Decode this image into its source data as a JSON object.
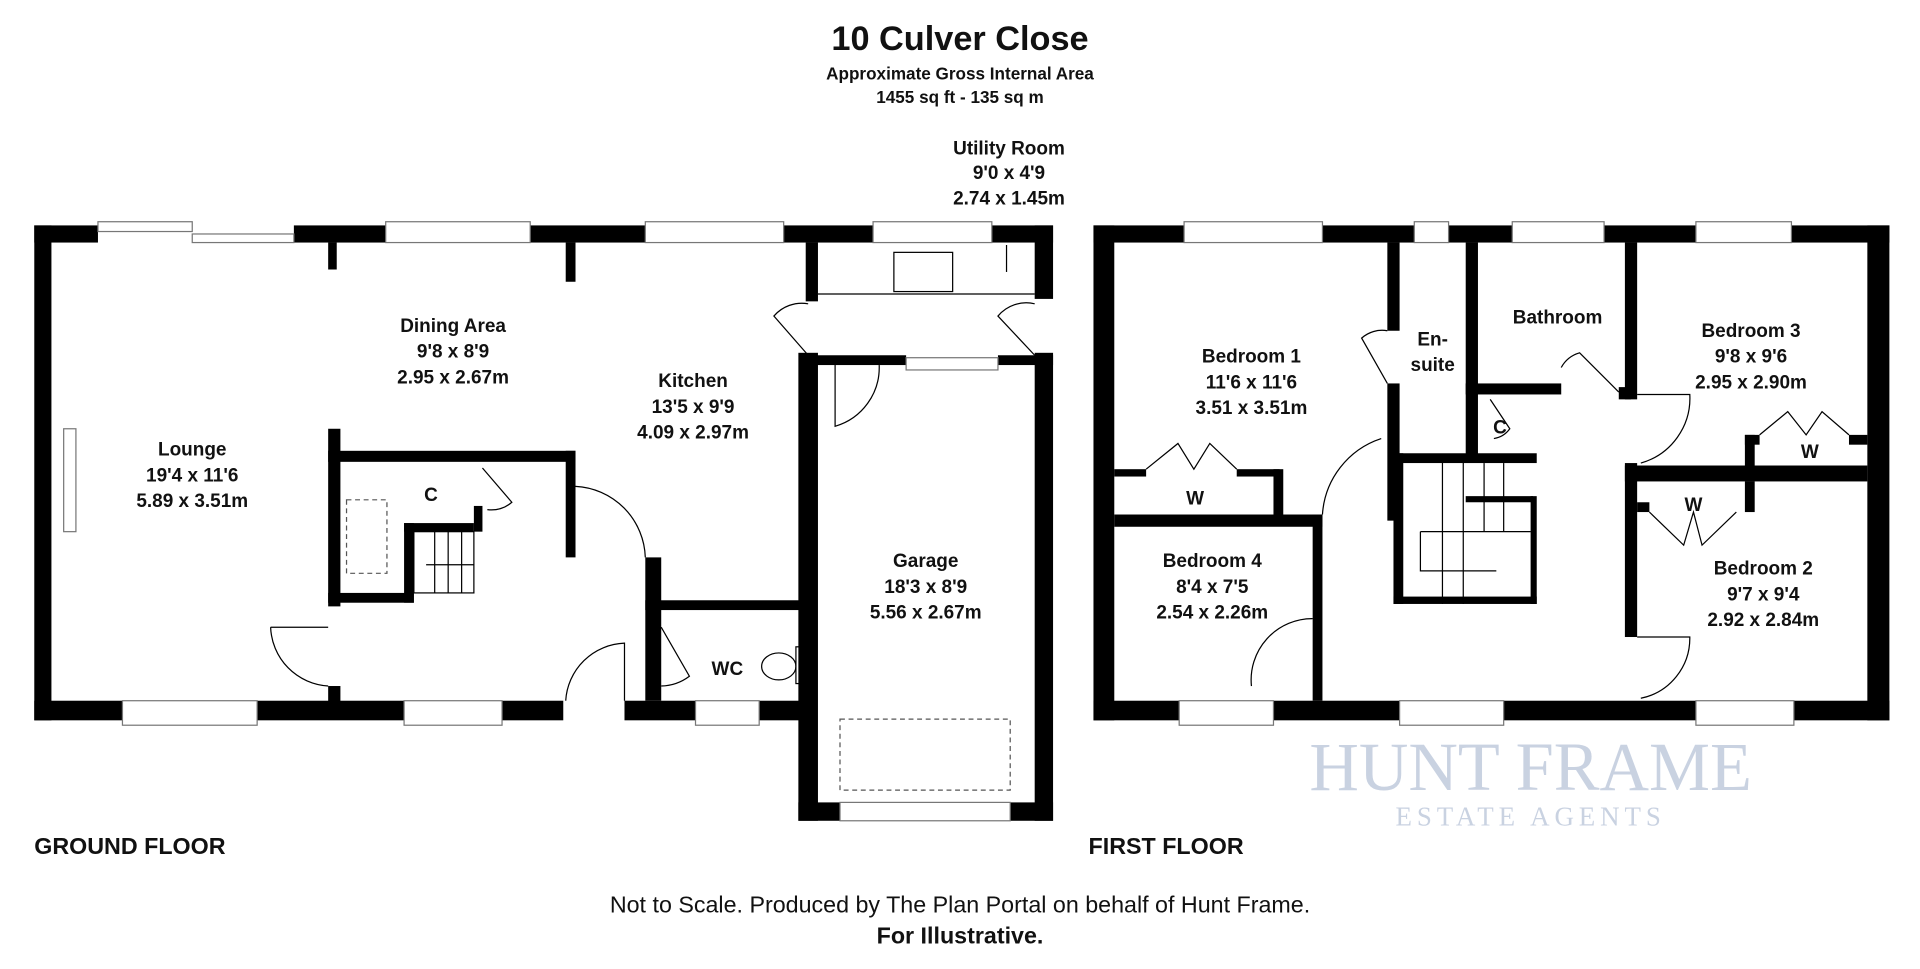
{
  "header": {
    "title": "10 Culver Close",
    "subtitle": "Approximate Gross Internal Area",
    "area": "1455 sq ft - 135 sq m"
  },
  "watermark": {
    "main": "HUNT FRAME",
    "sub": "ESTATE AGENTS"
  },
  "ground_floor": {
    "label": "GROUND FLOOR",
    "rooms": {
      "utility": [
        "Utility Room",
        "9'0 x 4'9",
        "2.74 x 1.45m"
      ],
      "dining": [
        "Dining Area",
        "9'8 x 8'9",
        "2.95 x 2.67m"
      ],
      "kitchen": [
        "Kitchen",
        "13'5 x 9'9",
        "4.09 x 2.97m"
      ],
      "lounge": [
        "Lounge",
        "19'4 x 11'6",
        "5.89 x 3.51m"
      ],
      "garage": [
        "Garage",
        "18'3 x 8'9",
        "5.56 x 2.67m"
      ],
      "wc": "WC",
      "cupboard": "C"
    }
  },
  "first_floor": {
    "label": "FIRST FLOOR",
    "rooms": {
      "bedroom1": [
        "Bedroom 1",
        "11'6 x 11'6",
        "3.51 x 3.51m"
      ],
      "ensuite": [
        "En-",
        "suite"
      ],
      "bathroom": "Bathroom",
      "bedroom3": [
        "Bedroom 3",
        "9'8 x 9'6",
        "2.95 x 2.90m"
      ],
      "bedroom4": [
        "Bedroom 4",
        "8'4 x 7'5",
        "2.54 x 2.26m"
      ],
      "bedroom2": [
        "Bedroom 2",
        "9'7 x 9'4",
        "2.92 x 2.84m"
      ],
      "cupboard": "C",
      "wardrobe": "W"
    }
  },
  "footer": {
    "line1": "Not to Scale. Produced by The Plan Portal on behalf of Hunt Frame.",
    "line2": "For Illustrative."
  }
}
